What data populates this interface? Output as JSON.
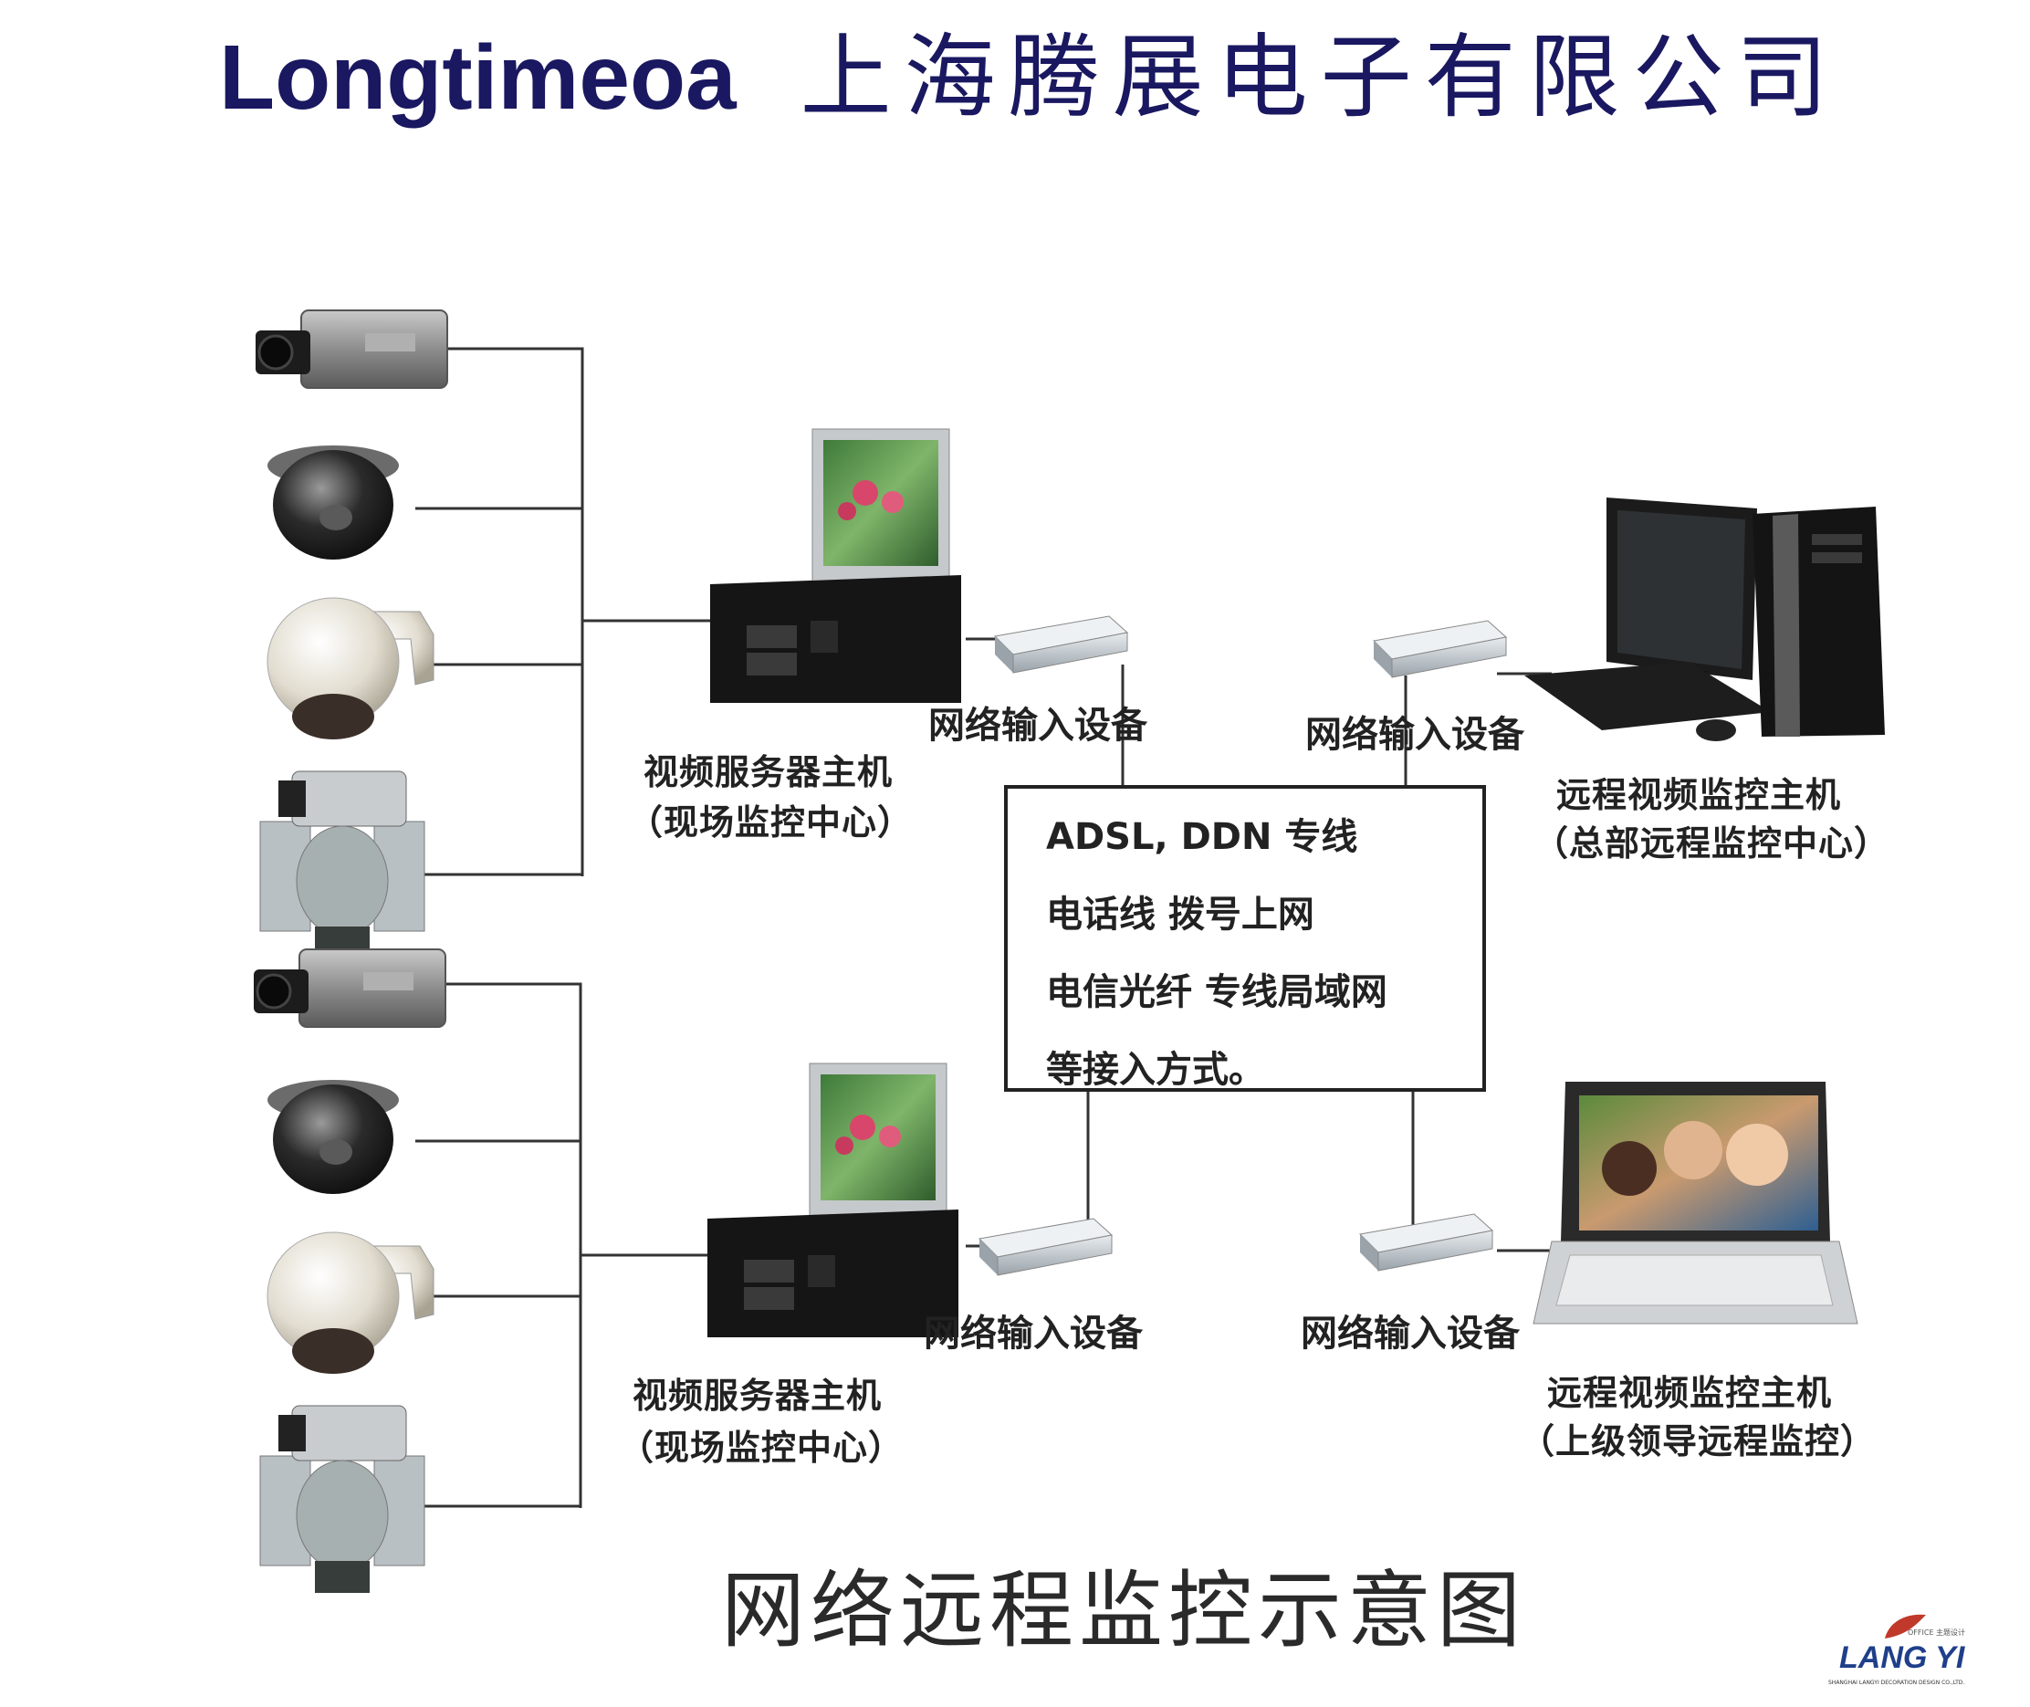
{
  "header": {
    "brand": "Longtimeoa",
    "company": "上海腾展电子有限公司"
  },
  "site_top": {
    "network_label": "网络输入设备",
    "server_label_1": "视频服务器主机",
    "server_label_2": "（现场监控中心）"
  },
  "site_bottom": {
    "network_label": "网络输入设备",
    "server_label_1": "视频服务器主机",
    "server_label_2": "（现场监控中心）"
  },
  "remote_top": {
    "network_label": "网络输入设备",
    "host_label_1": "远程视频监控主机",
    "host_label_2": "（总部远程监控中心）"
  },
  "remote_bottom": {
    "network_label": "网络输入设备",
    "host_label_1": "远程视频监控主机",
    "host_label_2": "（上级领导远程监控）"
  },
  "network_box": {
    "line1": "ADSL, DDN 专线",
    "line2": "电话线  拨号上网",
    "line3": "电信光纤  专线局域网",
    "line4": "等接入方式。"
  },
  "caption": "网络远程监控示意图",
  "logo": {
    "name": "LANG YI",
    "tagline": "OFFICE 主题设计",
    "subtitle": "SHANGHAI LANGYI DECORATION DESIGN CO.,LTD."
  }
}
